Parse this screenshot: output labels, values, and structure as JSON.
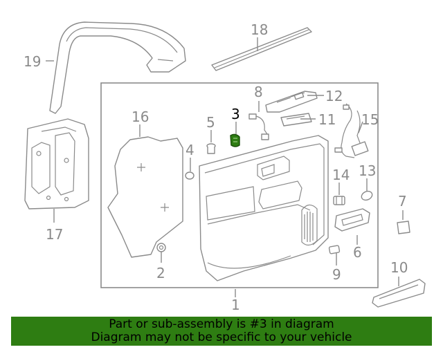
{
  "callouts": {
    "c1": "1",
    "c2": "2",
    "c3": "3",
    "c4": "4",
    "c5": "5",
    "c6": "6",
    "c7": "7",
    "c8": "8",
    "c9": "9",
    "c10": "10",
    "c11": "11",
    "c12": "12",
    "c13": "13",
    "c14": "14",
    "c15": "15",
    "c16": "16",
    "c17": "17",
    "c18": "18",
    "c19": "19"
  },
  "highlight_part": "3",
  "colors": {
    "line": "#8a8a8a",
    "highlight_fill": "#2e7d12",
    "banner_bg": "#2e7d12",
    "banner_text": "#000000"
  },
  "banner": {
    "line1": "Part or sub-assembly is #3 in diagram",
    "line2": "Diagram may not be specific to your vehicle"
  }
}
